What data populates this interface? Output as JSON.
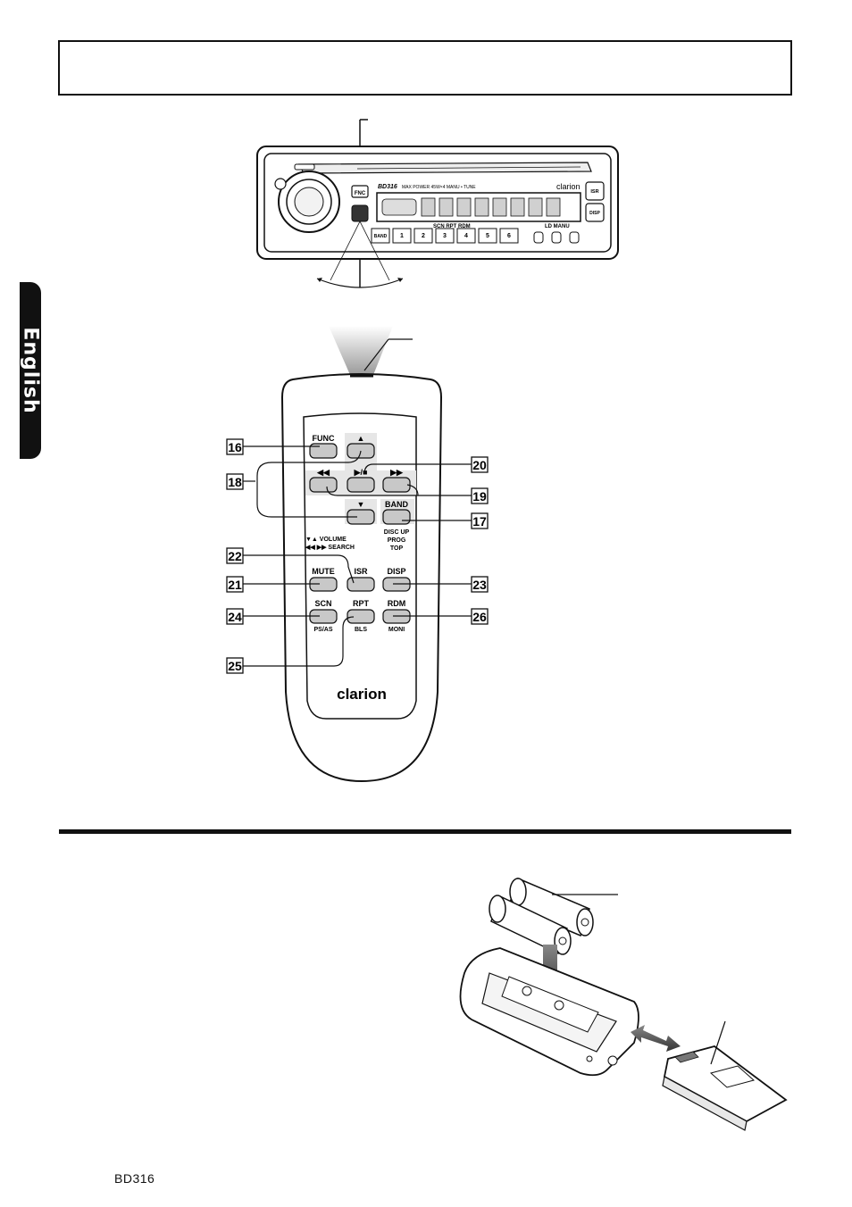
{
  "page": {
    "side_tab": "English",
    "footer_model": "BD316"
  },
  "head_unit": {
    "model": "BD316",
    "brand": "clarion",
    "feature_line": "MAX POWER 45W×4  MANU • TUNE",
    "lcd_flags": "SCN  RPT  RDM",
    "lcd_right": "LD  MANU",
    "knob_func": "FNC",
    "right_buttons": [
      "ISR",
      "DISP"
    ],
    "preset_band": "BAND",
    "presets": [
      "1",
      "2",
      "3",
      "4",
      "5",
      "6"
    ]
  },
  "remote": {
    "brand": "clarion",
    "buttons": {
      "func": "FUNC",
      "up": "▲",
      "rew": "◀◀",
      "play": "▶/■",
      "ff": "▶▶",
      "down": "▼",
      "band": "BAND",
      "mute": "MUTE",
      "isr": "ISR",
      "disp": "DISP",
      "scn": "SCN",
      "rpt": "RPT",
      "rdm": "RDM"
    },
    "sub_labels": {
      "volume": "▼▲  VOLUME",
      "search": "◀◀ ▶▶  SEARCH",
      "band_1": "DISC UP",
      "band_2": "PROG",
      "band_3": "TOP",
      "scn": "PS/AS",
      "rpt": "BLS",
      "rdm": "MONI"
    },
    "callouts": {
      "n16": "16",
      "n17": "17",
      "n18": "18",
      "n19": "19",
      "n20": "20",
      "n21": "21",
      "n22": "22",
      "n23": "23",
      "n24": "24",
      "n25": "25",
      "n26": "26"
    }
  }
}
